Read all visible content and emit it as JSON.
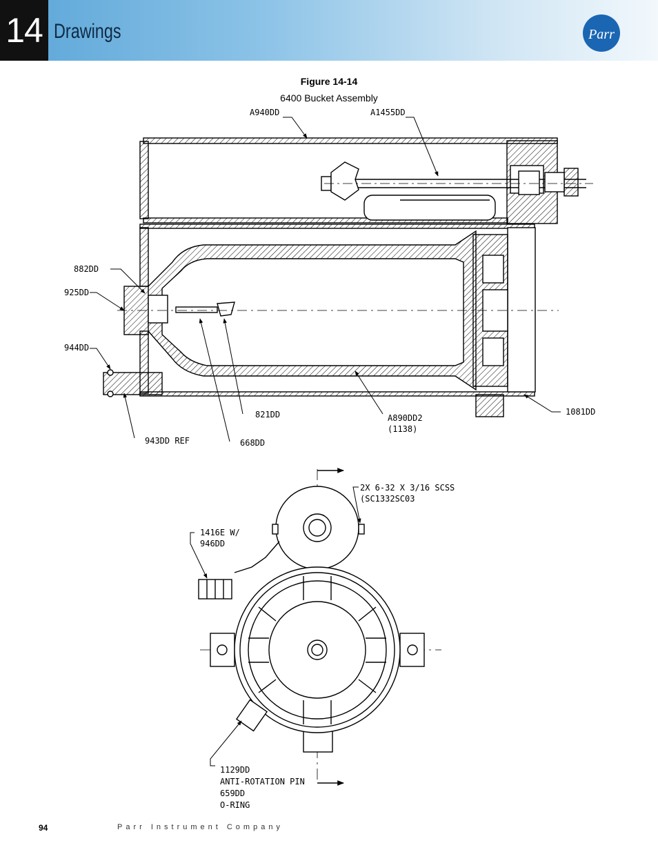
{
  "header": {
    "chapter_number": "14",
    "chapter_title": "Drawings",
    "logo_text": "Parr"
  },
  "figure": {
    "title": "Figure 14-14",
    "subtitle": "6400 Bucket Assembly"
  },
  "labels": {
    "a940dd": "A940DD",
    "a1455dd": "A1455DD",
    "l882dd": "882DD",
    "l925dd": "925DD",
    "l944dd": "944DD",
    "l943dd": "943DD REF",
    "l821dd": "821DD",
    "l668dd": "668DD",
    "a890dd2_1": "A890DD2",
    "a890dd2_2": "(1138)",
    "l1081dd": "1081DD",
    "scss_1": "2X 6-32 X 3/16 SCSS",
    "scss_2": "(SC1332SC03",
    "l1416e_1": "1416E W/",
    "l1416e_2": "946DD",
    "l1129_1": "1129DD",
    "l1129_2": "ANTI-ROTATION PIN",
    "l1129_3": "659DD",
    "l1129_4": "O-RING"
  },
  "footer": {
    "page_number": "94",
    "company": "Parr Instrument Company"
  },
  "colors": {
    "header_dark": "#111111",
    "header_gradient_start": "#5aa5d8",
    "logo_blue": "#1a66b3"
  }
}
